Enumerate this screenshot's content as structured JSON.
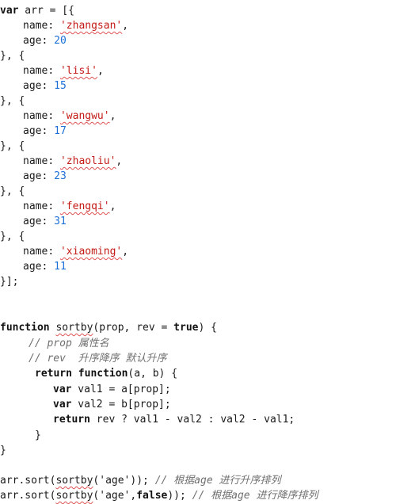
{
  "code": {
    "t_var": "var",
    "t_arr_decl": " arr = [{",
    "t_name": "name",
    "t_age": "age",
    "t_sep": "}, {",
    "t_close": "}];",
    "people": [
      {
        "name": "'zhangsan'",
        "age": "20"
      },
      {
        "name": "'lisi'",
        "age": "15"
      },
      {
        "name": "'wangwu'",
        "age": "17"
      },
      {
        "name": "'zhaoliu'",
        "age": "23"
      },
      {
        "name": "'fengqi'",
        "age": "31"
      },
      {
        "name": "'xiaoming'",
        "age": "11"
      }
    ],
    "fn": {
      "kw_function": "function",
      "name": "sortby",
      "params_a": "(prop, rev = ",
      "kw_true": "true",
      "params_b": ") {",
      "comment1": "// prop 属性名",
      "comment2": "// rev  升序降序 默认升序",
      "kw_return": "return",
      "kw_function2": "function",
      "inner_sig": "(a, b) {",
      "kw_var": "var",
      "val1_line": " val1 = a[prop];",
      "val2_line": " val2 = b[prop];",
      "return_expr": " rev ? val1 - val2 : val2 - val1;",
      "inner_close": "}",
      "outer_close": "}"
    },
    "calls": {
      "line1_a": "arr.sort(",
      "line1_fn": "sortby",
      "line1_b": "('age')); ",
      "line1_cmt": "// 根据age 进行升序排列",
      "line2_a": "arr.sort(",
      "line2_fn": "sortby",
      "line2_b": "('age',",
      "line2_kw": "false",
      "line2_c": ")); ",
      "line2_cmt": "// 根据age 进行降序排列"
    }
  }
}
